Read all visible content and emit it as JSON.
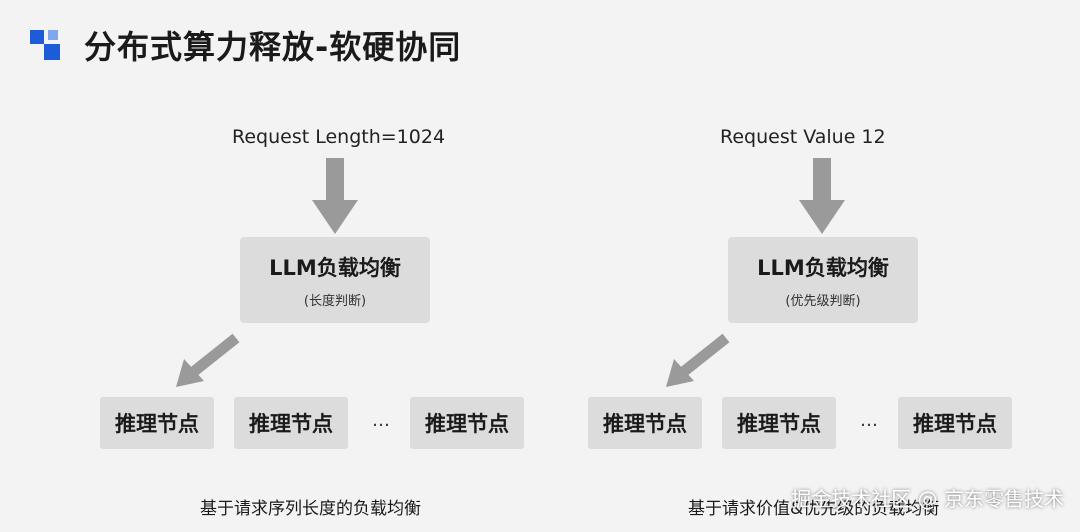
{
  "title": "分布式算力释放-软硬协同",
  "left": {
    "request": "Request Length=1024",
    "balancer_main": "LLM负载均衡",
    "balancer_sub": "(长度判断)",
    "nodes": [
      "推理节点",
      "推理节点",
      "推理节点"
    ],
    "ellipsis": "…",
    "caption": "基于请求序列长度的负载均衡"
  },
  "right": {
    "request": "Request Value 12",
    "balancer_main": "LLM负载均衡",
    "balancer_sub": "(优先级判断)",
    "nodes": [
      "推理节点",
      "推理节点",
      "推理节点"
    ],
    "ellipsis": "…",
    "caption": "基于请求价值&优先级的负载均衡"
  },
  "watermark": "掘金技术社区 @ 京东零售技术",
  "colors": {
    "accent": "#1d5bd8",
    "box": "#dcdcdc",
    "arrow": "#9a9a9a"
  }
}
